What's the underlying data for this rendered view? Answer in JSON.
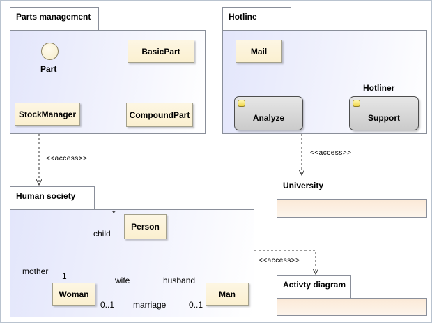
{
  "packages": {
    "parts_management": "Parts management",
    "hotline": "Hotline",
    "human_society": "Human society",
    "university": "University",
    "activity_diagram": "Activty diagram"
  },
  "elements": {
    "part": "Part",
    "basic_part": "BasicPart",
    "stock_manager": "StockManager",
    "compound_part": "CompoundPart",
    "mail": "Mail",
    "hotliner": "Hotliner",
    "analyze": "Analyze",
    "support": "Support",
    "person": "Person",
    "woman": "Woman",
    "man": "Man"
  },
  "relations": {
    "access_label": "<<access>>",
    "child": "child",
    "star": "*",
    "mother": "mother",
    "one": "1",
    "wife": "wife",
    "husband": "husband",
    "marriage": "marriage",
    "mult_left": "0..1",
    "mult_right": "0..1"
  },
  "colors": {
    "package_fill": "#e3e6fb",
    "package_border": "#8a8f9a",
    "class_fill": "#fbf0d0",
    "actor_fill": "#e9c98a",
    "activity_fill": "#cbcbcb"
  }
}
